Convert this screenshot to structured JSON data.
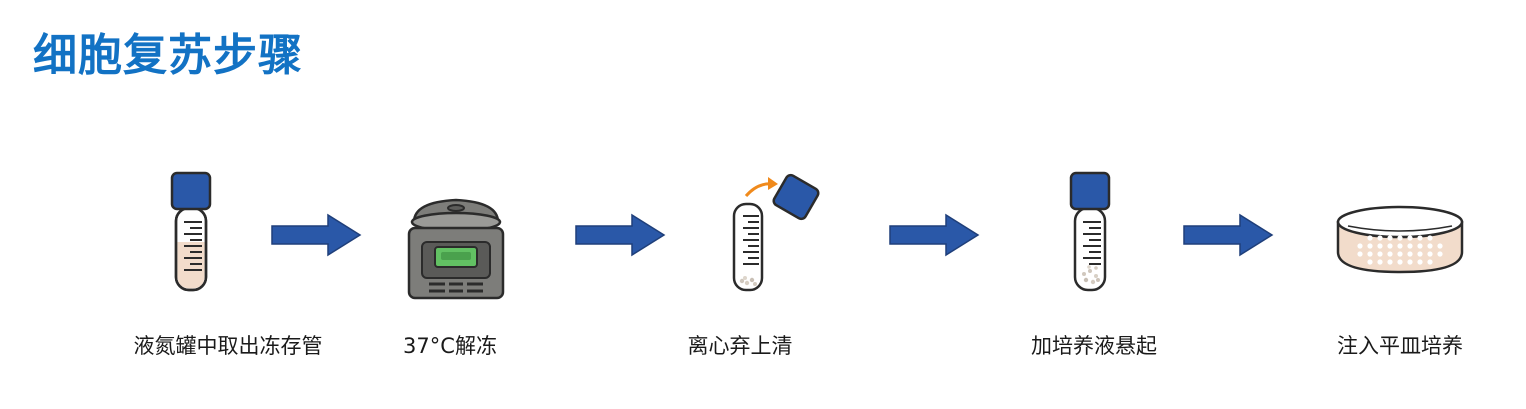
{
  "title": "细胞复苏步骤",
  "colors": {
    "title": "#1272c4",
    "arrow": "#2a58a8",
    "cap": "#2a58a8",
    "outline": "#2b2b2b",
    "liquid": "#f2dccb",
    "centrifuge_body": "#7d7d7a",
    "centrifuge_screen": "#62c163",
    "motion_arrow": "#f08a1c"
  },
  "steps": [
    {
      "label": "液氮罐中取出冻存管",
      "icon": "cryovial-icon"
    },
    {
      "label": "37°C解冻",
      "icon": "water-bath-icon"
    },
    {
      "label": "离心弃上清",
      "icon": "centrifuge-tube-icon"
    },
    {
      "label": "加培养液悬起",
      "icon": "resuspended-tube-icon"
    },
    {
      "label": "注入平皿培养",
      "icon": "petri-dish-icon"
    }
  ]
}
